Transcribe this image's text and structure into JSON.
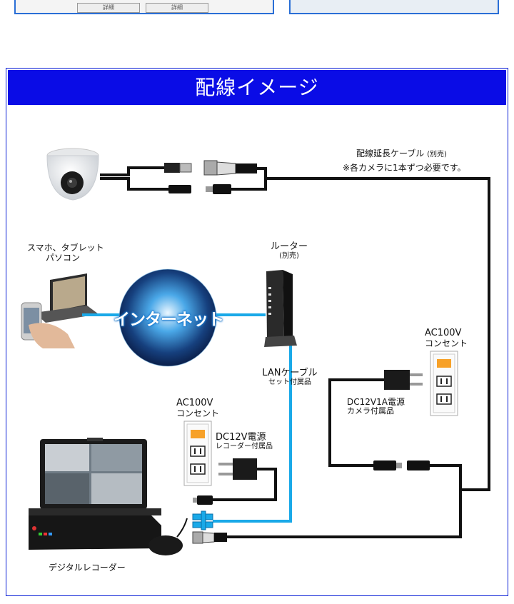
{
  "banner_title": "配線イメージ",
  "top_strip": {
    "button_left": "詳細",
    "button_right": "詳細"
  },
  "labels": {
    "extension_cable_title": "配線延長ケーブル",
    "extension_cable_note": "(別売)",
    "extension_cable_sub": "※各カメラに1本ずつ必要です。",
    "devices_line1": "スマホ、タブレット",
    "devices_line2": "パソコン",
    "router_title": "ルーター",
    "router_note": "(別売)",
    "internet": "インターネット",
    "lan_cable_title": "LANケーブル",
    "lan_cable_sub": "セット付属品",
    "outlet_right_line1": "AC100V",
    "outlet_right_line2": "コンセント",
    "cam_power_title": "DC12V1A電源",
    "cam_power_sub": "カメラ付属品",
    "outlet_left_line1": "AC100V",
    "outlet_left_line2": "コンセント",
    "rec_power_title": "DC12V電源",
    "rec_power_sub": "レコーダー付属品",
    "recorder": "デジタルレコーダー"
  },
  "colors": {
    "banner": "#0a0ce6",
    "frame": "#0a1fd6",
    "lan": "#1aa9e8",
    "cable": "#111111",
    "outlet_slot": "#f7a128"
  }
}
